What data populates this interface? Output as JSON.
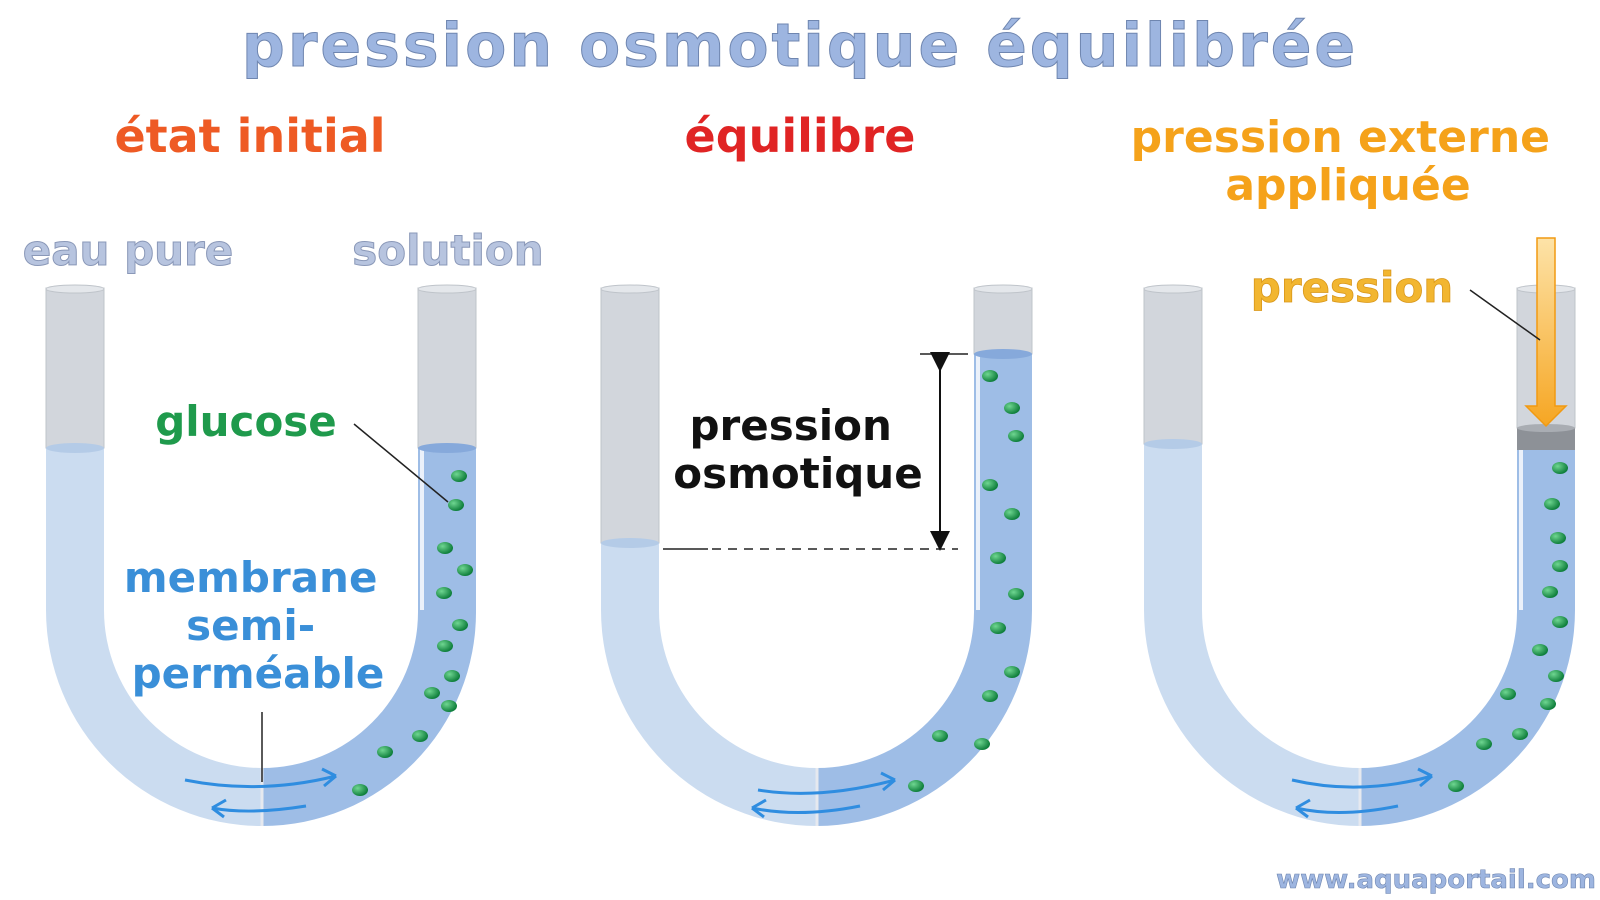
{
  "title": "pression osmotique équilibrée",
  "panels": {
    "initial": {
      "heading": "état initial",
      "left_label": "eau pure",
      "right_label": "solution",
      "solute_label": "glucose",
      "membrane_label": [
        "membrane",
        "semi-",
        "perméable"
      ]
    },
    "equilibrium": {
      "heading": "équilibre",
      "pressure_label": [
        "pression",
        "osmotique"
      ]
    },
    "external": {
      "heading": [
        "pression externe",
        "appliquée"
      ],
      "force_label": "pression"
    }
  },
  "footer": {
    "website": "www.aquaportail.com"
  },
  "colors": {
    "title": "#9db5e0",
    "heading_initial": "#ee5a24",
    "heading_equilibrium": "#e02424",
    "heading_external": "#f5a21a",
    "label_water": "#b7c4df",
    "label_glucose": "#1f9a4c",
    "label_membrane": "#3a8fd8",
    "label_force": "#f2b630",
    "water_light": "#cbdcf0",
    "solution": "#9ebde6",
    "glass": "#d2d6dc",
    "molecule": "#1a9a4e",
    "arrow": "#2f8de0"
  },
  "icons": [
    "glucose-molecule-icon",
    "flow-arrow-icon",
    "pressure-arrow-icon",
    "piston-icon"
  ]
}
